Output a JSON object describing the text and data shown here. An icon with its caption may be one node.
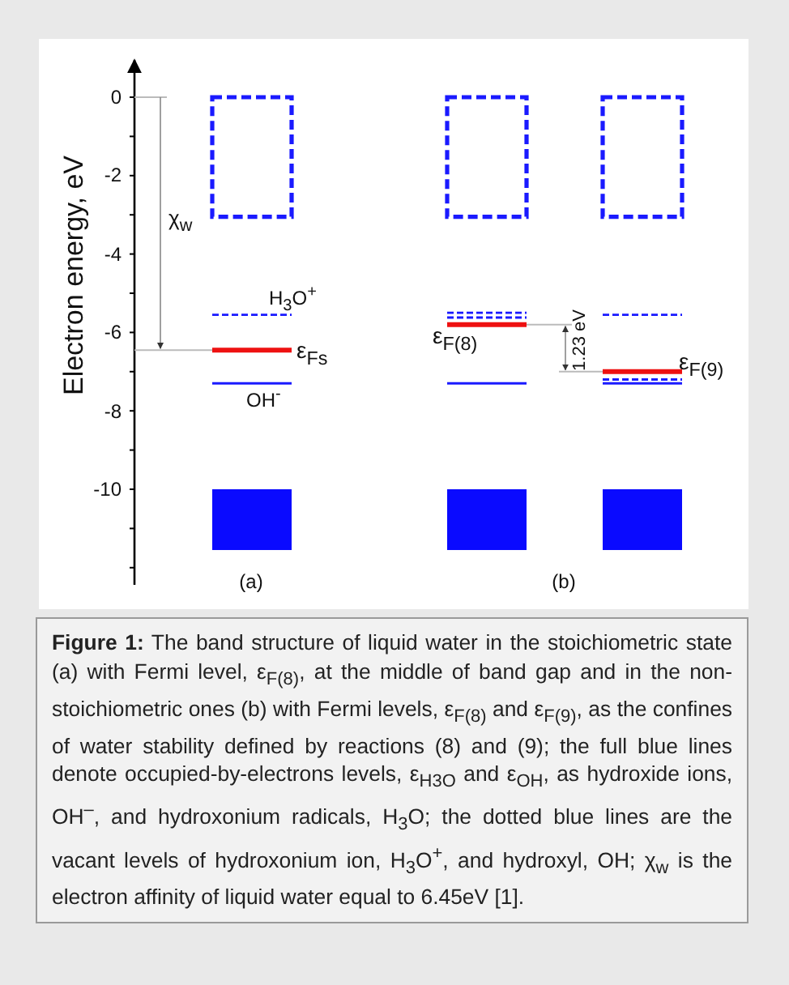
{
  "diagram": {
    "caption": "**Figure 1:** The band structure of liquid water in the stoichiometric state (a) with Fermi level, ε$_{F(8)}$, at the middle of band gap and in the non-stoichiometric ones (b) with Fermi levels, ε$_{F(8)}$ and ε$_{F(9)}$, as the confines of water stability defined by reactions (8) and (9); the full blue lines denote occupied-by-electrons levels, ε$_{H3O}$ and ε$_{OH}$, as hydroxide ions, OH$^{–}$, and hydroxonium radicals, H$_{3}$O; the dotted blue lines are the vacant levels of hydroxonium ion, H$_{3}$O$^{+}$, and hydroxyl, OH; χ$_{w}$ is the electron affinity of liquid water equal to 6.45eV [1].",
    "labels": [
      "0",
      "-2",
      "-4",
      "-6",
      "-8",
      "-10",
      "Electron energy, eV",
      "χ$_{w}$",
      "H$_{3}$O$^{+}$",
      "ε$_{Fs}$",
      "OH$^{-}$",
      "ε$_{F(8)}$",
      "1.23 eV",
      "ε$_{F(9)}$",
      "(a)",
      "(b)"
    ]
  }
}
